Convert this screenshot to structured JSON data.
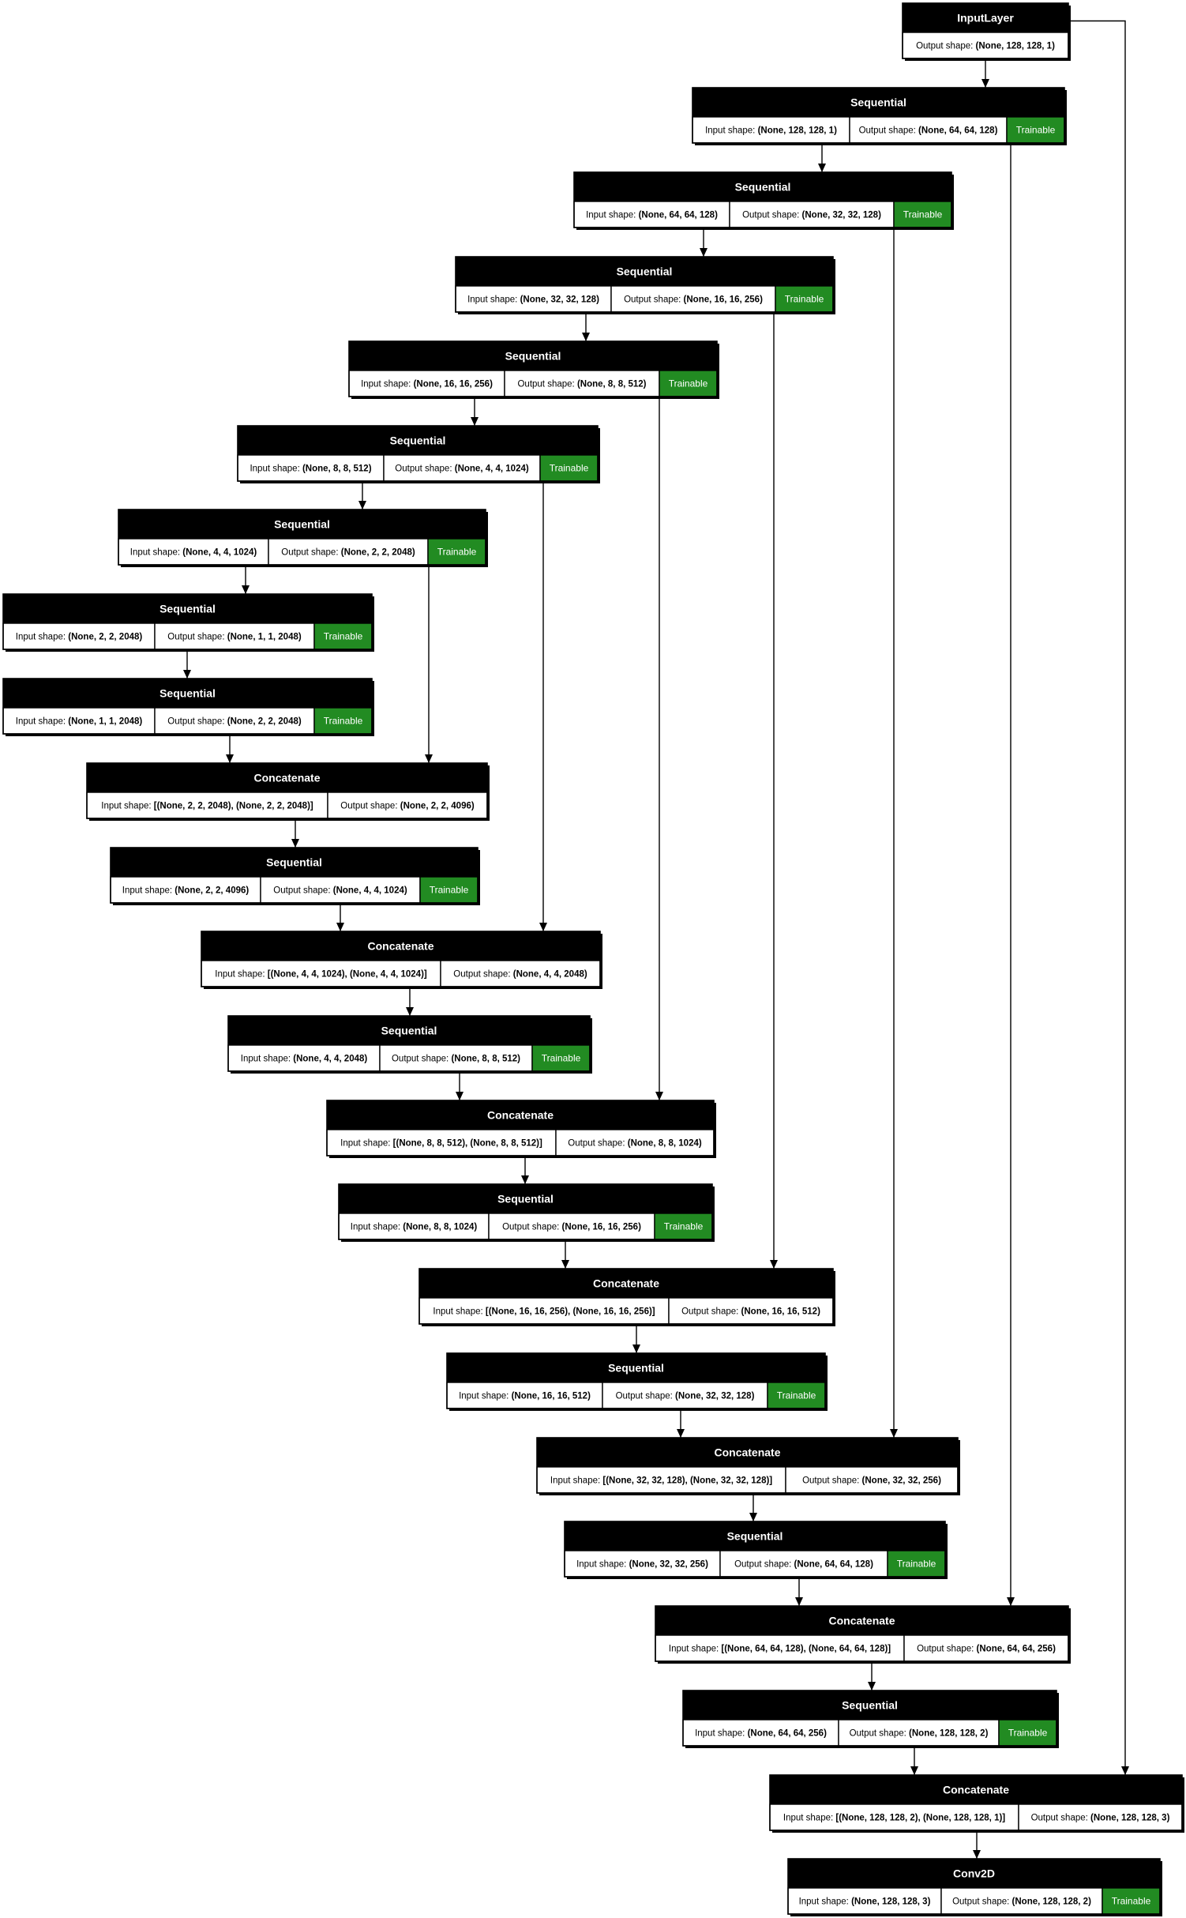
{
  "labels": {
    "input_shape": "Input shape:",
    "output_shape": "Output shape:",
    "trainable": "Trainable"
  },
  "colors": {
    "header": "#000000",
    "trainable_badge": "#228b22",
    "cell_background": "#ffffff",
    "edge": "#000000"
  },
  "nodes": [
    {
      "id": "n0",
      "title": "InputLayer",
      "input": null,
      "output": "(None, 128, 128, 1)",
      "trainable": false
    },
    {
      "id": "n1",
      "title": "Sequential",
      "input": "(None, 128, 128, 1)",
      "output": "(None, 64, 64, 128)",
      "trainable": true
    },
    {
      "id": "n2",
      "title": "Sequential",
      "input": "(None, 64, 64, 128)",
      "output": "(None, 32, 32, 128)",
      "trainable": true
    },
    {
      "id": "n3",
      "title": "Sequential",
      "input": "(None, 32, 32, 128)",
      "output": "(None, 16, 16, 256)",
      "trainable": true
    },
    {
      "id": "n4",
      "title": "Sequential",
      "input": "(None, 16, 16, 256)",
      "output": "(None, 8, 8, 512)",
      "trainable": true
    },
    {
      "id": "n5",
      "title": "Sequential",
      "input": "(None, 8, 8, 512)",
      "output": "(None, 4, 4, 1024)",
      "trainable": true
    },
    {
      "id": "n6",
      "title": "Sequential",
      "input": "(None, 4, 4, 1024)",
      "output": "(None, 2, 2, 2048)",
      "trainable": true
    },
    {
      "id": "n7",
      "title": "Sequential",
      "input": "(None, 2, 2, 2048)",
      "output": "(None, 1, 1, 2048)",
      "trainable": true
    },
    {
      "id": "n8",
      "title": "Sequential",
      "input": "(None, 1, 1, 2048)",
      "output": "(None, 2, 2, 2048)",
      "trainable": true
    },
    {
      "id": "n9",
      "title": "Concatenate",
      "input": "[(None, 2, 2, 2048), (None, 2, 2, 2048)]",
      "output": "(None, 2, 2, 4096)",
      "trainable": false
    },
    {
      "id": "n10",
      "title": "Sequential",
      "input": "(None, 2, 2, 4096)",
      "output": "(None, 4, 4, 1024)",
      "trainable": true
    },
    {
      "id": "n11",
      "title": "Concatenate",
      "input": "[(None, 4, 4, 1024), (None, 4, 4, 1024)]",
      "output": "(None, 4, 4, 2048)",
      "trainable": false
    },
    {
      "id": "n12",
      "title": "Sequential",
      "input": "(None, 4, 4, 2048)",
      "output": "(None, 8, 8, 512)",
      "trainable": true
    },
    {
      "id": "n13",
      "title": "Concatenate",
      "input": "[(None, 8, 8, 512), (None, 8, 8, 512)]",
      "output": "(None, 8, 8, 1024)",
      "trainable": false
    },
    {
      "id": "n14",
      "title": "Sequential",
      "input": "(None, 8, 8, 1024)",
      "output": "(None, 16, 16, 256)",
      "trainable": true
    },
    {
      "id": "n15",
      "title": "Concatenate",
      "input": "[(None, 16, 16, 256), (None, 16, 16, 256)]",
      "output": "(None, 16, 16, 512)",
      "trainable": false
    },
    {
      "id": "n16",
      "title": "Sequential",
      "input": "(None, 16, 16, 512)",
      "output": "(None, 32, 32, 128)",
      "trainable": true
    },
    {
      "id": "n17",
      "title": "Concatenate",
      "input": "[(None, 32, 32, 128), (None, 32, 32, 128)]",
      "output": "(None, 32, 32, 256)",
      "trainable": false
    },
    {
      "id": "n18",
      "title": "Sequential",
      "input": "(None, 32, 32, 256)",
      "output": "(None, 64, 64, 128)",
      "trainable": true
    },
    {
      "id": "n19",
      "title": "Concatenate",
      "input": "[(None, 64, 64, 128), (None, 64, 64, 128)]",
      "output": "(None, 64, 64, 256)",
      "trainable": false
    },
    {
      "id": "n20",
      "title": "Sequential",
      "input": "(None, 64, 64, 256)",
      "output": "(None, 128, 128, 2)",
      "trainable": true
    },
    {
      "id": "n21",
      "title": "Concatenate",
      "input": "[(None, 128, 128, 2), (None, 128, 128, 1)]",
      "output": "(None, 128, 128, 3)",
      "trainable": false
    },
    {
      "id": "n22",
      "title": "Conv2D",
      "input": "(None, 128, 128, 3)",
      "output": "(None, 128, 128, 2)",
      "trainable": true
    }
  ],
  "edges": [
    {
      "from": "n0",
      "to": "n1"
    },
    {
      "from": "n1",
      "to": "n2"
    },
    {
      "from": "n2",
      "to": "n3"
    },
    {
      "from": "n3",
      "to": "n4"
    },
    {
      "from": "n4",
      "to": "n5"
    },
    {
      "from": "n5",
      "to": "n6"
    },
    {
      "from": "n6",
      "to": "n7"
    },
    {
      "from": "n7",
      "to": "n8"
    },
    {
      "from": "n8",
      "to": "n9"
    },
    {
      "from": "n6",
      "to": "n9"
    },
    {
      "from": "n9",
      "to": "n10"
    },
    {
      "from": "n10",
      "to": "n11"
    },
    {
      "from": "n5",
      "to": "n11"
    },
    {
      "from": "n11",
      "to": "n12"
    },
    {
      "from": "n12",
      "to": "n13"
    },
    {
      "from": "n4",
      "to": "n13"
    },
    {
      "from": "n13",
      "to": "n14"
    },
    {
      "from": "n14",
      "to": "n15"
    },
    {
      "from": "n3",
      "to": "n15"
    },
    {
      "from": "n15",
      "to": "n16"
    },
    {
      "from": "n16",
      "to": "n17"
    },
    {
      "from": "n2",
      "to": "n17"
    },
    {
      "from": "n17",
      "to": "n18"
    },
    {
      "from": "n18",
      "to": "n19"
    },
    {
      "from": "n1",
      "to": "n19"
    },
    {
      "from": "n19",
      "to": "n20"
    },
    {
      "from": "n20",
      "to": "n21"
    },
    {
      "from": "n0",
      "to": "n21"
    },
    {
      "from": "n21",
      "to": "n22"
    }
  ]
}
